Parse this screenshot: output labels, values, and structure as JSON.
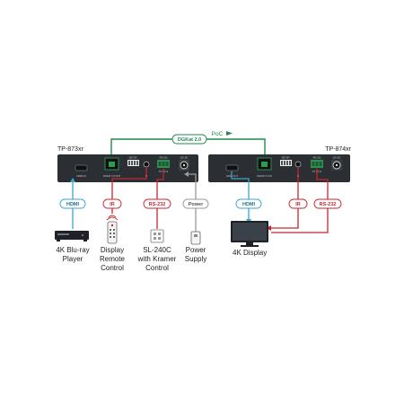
{
  "units": {
    "left": {
      "model": "TP-873xr"
    },
    "right": {
      "model": "TP-874xr"
    }
  },
  "link": {
    "cable_label": "DGKat 2.0",
    "poc_label": "PoC"
  },
  "panel_left": {
    "hdmi_in": "HDMI IN",
    "dgkat_port": "DGKAT 2.0 OUT",
    "setup": "SETUP",
    "ir": "IR",
    "rs232": "RS-232",
    "rs232_pins": "TX RX G",
    "power": "12V DC"
  },
  "panel_right": {
    "hdmi_out": "HDMI OUT",
    "dgkat_port": "DGKAT 2.0 IN",
    "setup": "SETUP",
    "ir": "IR",
    "rs232": "RS-232",
    "rs232_pins": "TX RX G",
    "power": "12V DC"
  },
  "tags": {
    "hdmi_left": "HDMI",
    "ir_left": "IR",
    "rs232_left": "RS-232",
    "power_left": "Power",
    "hdmi_right": "HDMI",
    "ir_right": "IR",
    "rs232_right": "RS-232"
  },
  "devices": {
    "bluray": {
      "line1": "4K Blu-ray",
      "line2": "Player"
    },
    "remote": {
      "line1": "Display",
      "line2": "Remote",
      "line3": "Control"
    },
    "sl240c": {
      "line1": "SL-240C",
      "line2": "with Kramer",
      "line3": "Control"
    },
    "psu": {
      "line1": "Power",
      "line2": "Supply"
    },
    "display": {
      "line1": "4K Display"
    }
  },
  "colors": {
    "hdmi": "#3aa6c9",
    "ir": "#c8262f",
    "rs232": "#c8262f",
    "power": "#9a9a9a",
    "dgkat": "#1f8a4c",
    "box": "#2b2f33"
  }
}
